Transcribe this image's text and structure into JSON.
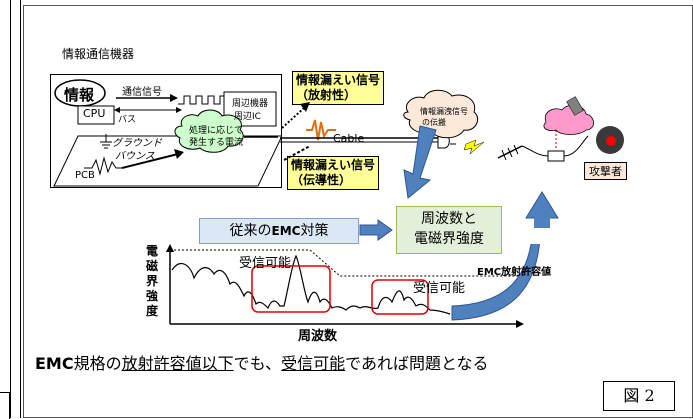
{
  "device_label": "情報通信機器",
  "info_cloud": "情報",
  "cpu": "CPU",
  "signal_label": "通信信号",
  "bus_label": "バス",
  "peripheral_label": [
    "周辺機器",
    "周辺IC"
  ],
  "ground_label": [
    "グラウンド",
    "バウンス"
  ],
  "current_cloud": [
    "処理に応じて",
    "発生する電流"
  ],
  "pcb": "PCB",
  "leak_radiated": [
    "情報漏えい信号",
    "（放射性）"
  ],
  "leak_conducted": [
    "情報漏えい信号",
    "（伝導性）"
  ],
  "cable": "Cable",
  "propagation_cloud": [
    "情報漏洩信号",
    "の伝搬"
  ],
  "attacker": "攻撃者",
  "traditional_emc": {
    "pre": "従来の",
    "emc": "EMC",
    "post": "対策"
  },
  "freq_box": [
    "周波数と",
    "電磁界強度"
  ],
  "y_axis": "電磁界強度",
  "x_axis": "周波数",
  "receivable_1": "受信可能",
  "receivable_2": "受信可能",
  "emc_limit": "EMC放射許容値",
  "caption": {
    "emc": "EMC",
    "p1": "規格の",
    "u1": "放射許容値以下",
    "p2": "でも、",
    "u2": "受信可能",
    "p3": "であれば問題となる"
  },
  "figure_label": "図 2"
}
